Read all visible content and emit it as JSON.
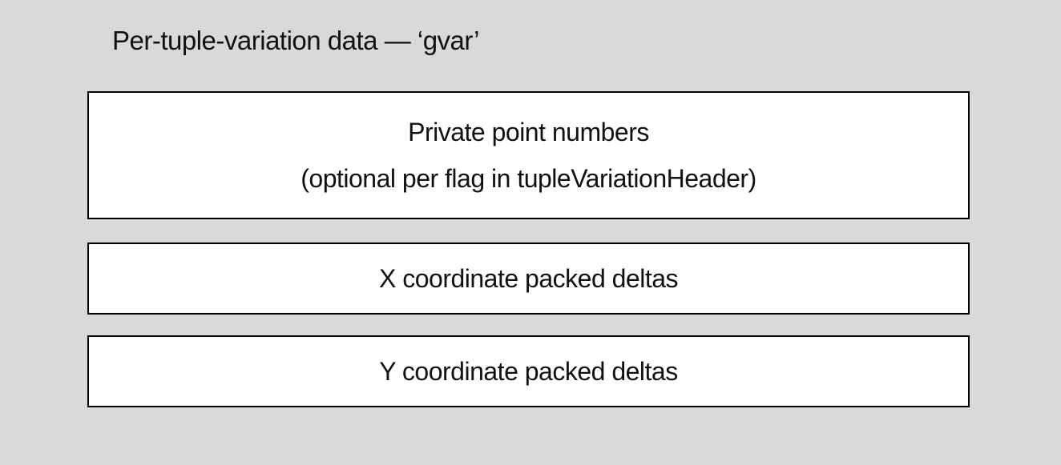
{
  "diagram": {
    "title": "Per-tuple-variation data — ‘gvar’",
    "boxes": [
      {
        "id": "private-point-numbers",
        "lines": [
          "Private point numbers",
          "(optional per flag in tupleVariationHeader)"
        ]
      },
      {
        "id": "x-coordinate-packed-deltas",
        "lines": [
          "X coordinate packed deltas"
        ]
      },
      {
        "id": "y-coordinate-packed-deltas",
        "lines": [
          "Y coordinate packed deltas"
        ]
      }
    ],
    "colors": {
      "background": "#d9d9d9",
      "box_fill": "#ffffff",
      "box_border": "#000000",
      "text": "#111111"
    }
  }
}
